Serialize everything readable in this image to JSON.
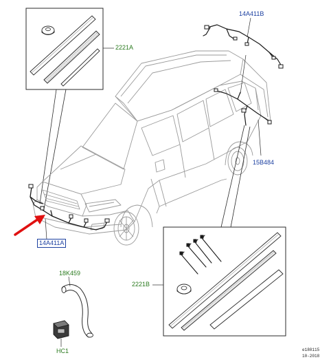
{
  "labels": {
    "l_2221A": "2221A",
    "l_14A411B": "14A411B",
    "l_15B484": "15B484",
    "l_14A411A": "14A411A",
    "l_18K459": "18K459",
    "l_2221B": "2221B",
    "l_HC1": "HC1"
  },
  "footer": {
    "code": "e180115",
    "date": "10-2018"
  },
  "colors": {
    "callout_green": "#2a7a1e",
    "callout_blue": "#1b3fa0",
    "highlight_arrow": "#e01010",
    "line_art": "#2a2a2a",
    "line_art_light": "#9a9a9a"
  }
}
